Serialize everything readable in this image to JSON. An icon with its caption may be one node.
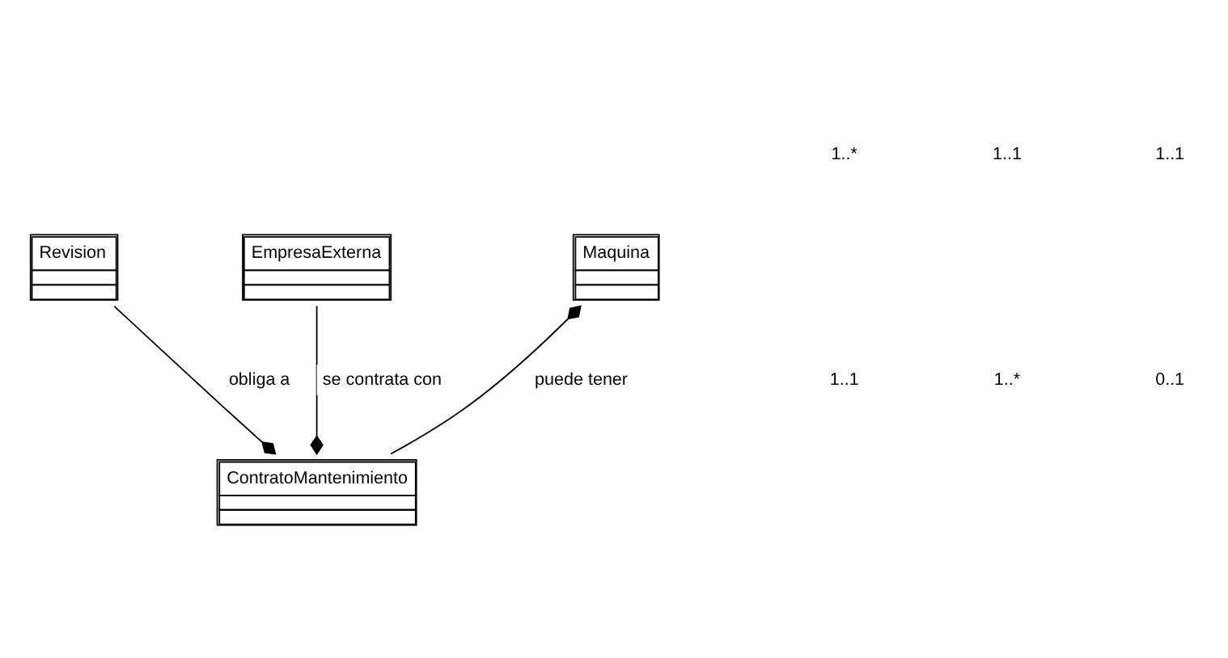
{
  "diagram": {
    "nodes": [
      {
        "text": [
          "Revision"
        ]
      },
      {
        "text": [
          "EmpresaExterna"
        ]
      },
      {
        "text": [
          "Maquina"
        ]
      },
      {
        "text": [
          "ContratoMantenimiento"
        ]
      }
    ],
    "edges": [
      {
        "from": 0,
        "to": 3,
        "arrow": "other",
        "label": "obliga a"
      },
      {
        "from": 1,
        "to": 3,
        "arrow": "other",
        "label": "se contrata con"
      },
      {
        "from": 3,
        "to": 2,
        "arrow": "other",
        "label": "puede tener"
      }
    ],
    "labels": [
      "1..*",
      "1..1",
      "1..1",
      "1..1",
      "1..*",
      "0..1"
    ]
  }
}
